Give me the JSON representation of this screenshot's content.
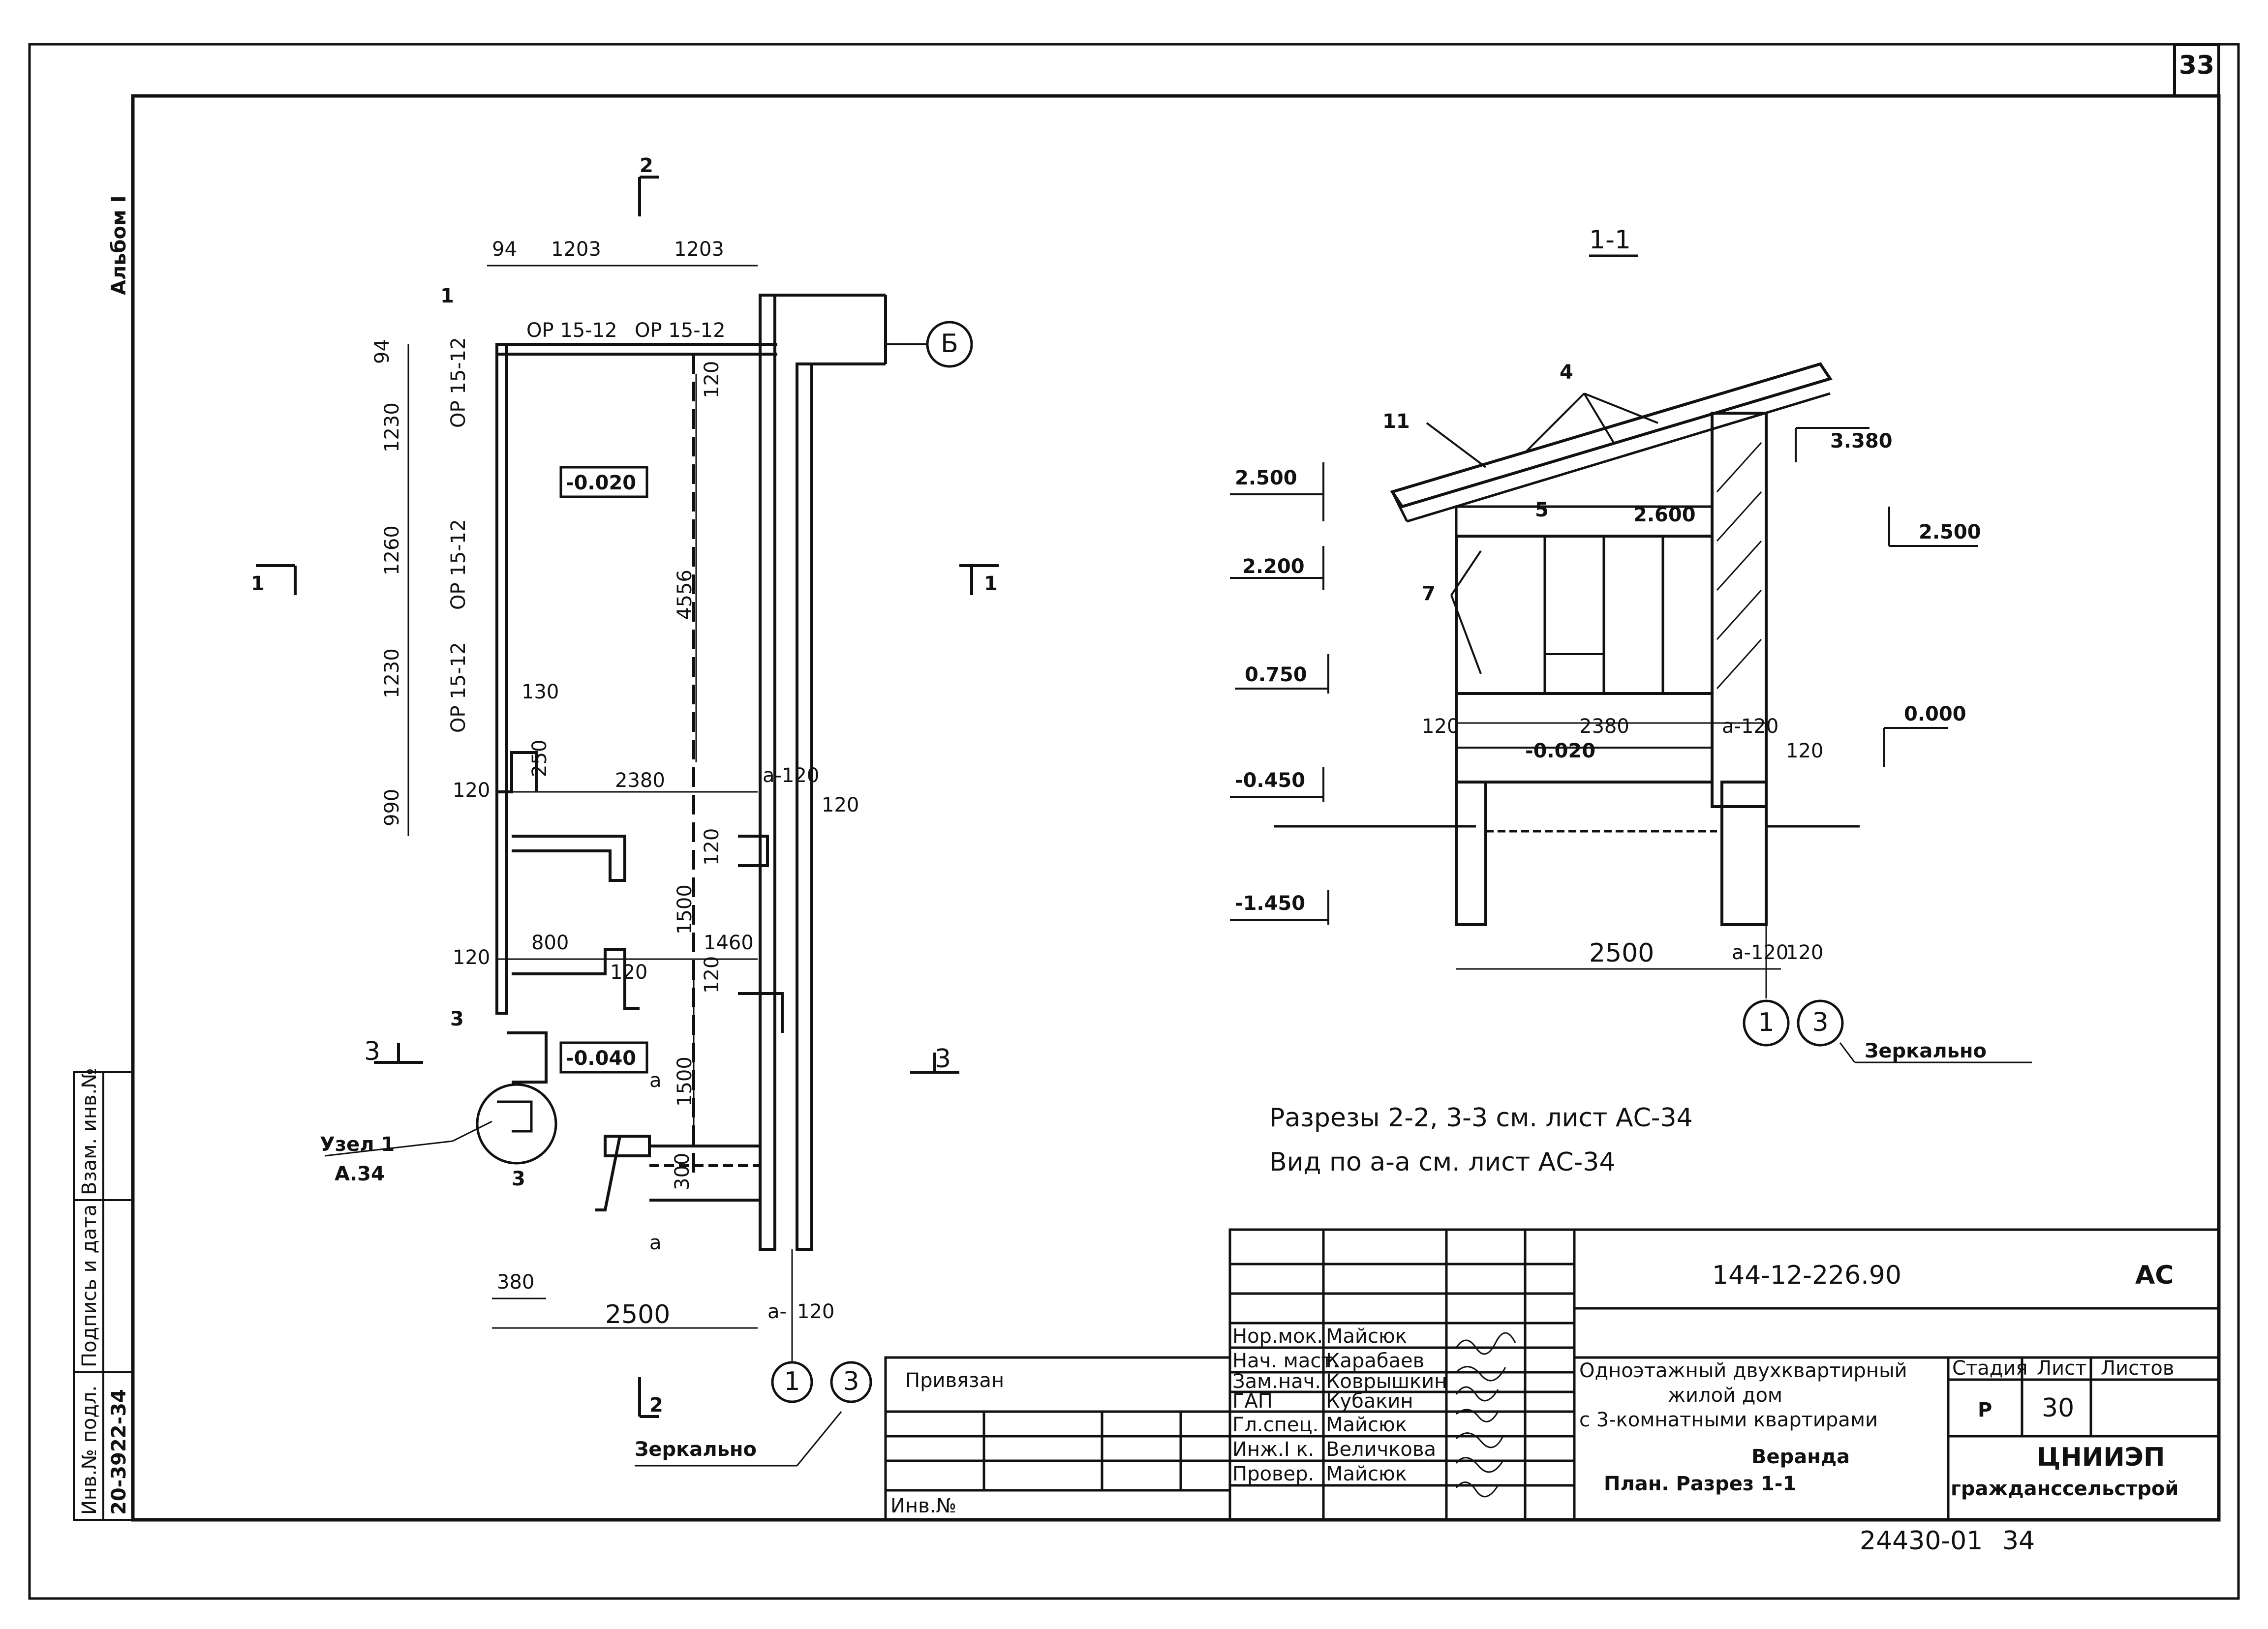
{
  "sheet": {
    "number": "33",
    "album": "Альбом I",
    "footer_code": "24430-01",
    "footer_page": "34"
  },
  "binding_strip": {
    "inv_original": "Инв.№ подл.",
    "signature_date": "Подпись и дата",
    "replace_inv": "Взам. инв.№",
    "inv_value": "20-3922-34"
  },
  "plan": {
    "dims_top": [
      "94",
      "1203",
      "1203"
    ],
    "window_marks_top": [
      "ОР 15-12",
      "ОР 15-12"
    ],
    "window_marks_side": [
      "ОР 15-12",
      "ОР 15-12",
      "ОР 15-12"
    ],
    "dims_left": [
      "94",
      "1230",
      "1260",
      "1230",
      "990"
    ],
    "level_room": "-0.020",
    "level_lower": "-0.040",
    "dim_4556": "4556",
    "dim_120_a": "120",
    "dim_130": "130",
    "dim_250": "250",
    "dim_2380": "2380",
    "dim_120_b": "120",
    "dim_a120": "а-120",
    "dim_120_c": "120",
    "dim_120_d": "120",
    "dim_800": "800",
    "dim_120_e": "120",
    "dim_1460": "1460",
    "dim_120_f": "120",
    "dim_1500_a": "1500",
    "dim_120_g": "120",
    "dim_1500_b": "1500",
    "dim_300": "300",
    "dim_380": "380",
    "dim_2500": "2500",
    "dim_a": "а-",
    "dim_120_h": "120",
    "node_label": "Узел 1",
    "node_sheet": "А.34",
    "mark_1": "1",
    "mark_3a": "3",
    "mark_3b": "3",
    "axis_b": "Б",
    "axis_1": "1",
    "axis_3": "3",
    "mirror": "Зеркально",
    "cut_1_left": "1",
    "cut_1_right": "1",
    "cut_2_top": "2",
    "cut_2_bottom": "2",
    "cut_3_left": "3",
    "cut_3_right": "3",
    "cut_a_top": "а",
    "cut_a_bottom": "а"
  },
  "section": {
    "title": "1-1",
    "marker_4": "4",
    "marker_11": "11",
    "marker_5": "5",
    "marker_7": "7",
    "lv_2500_left": "2.500",
    "lv_2200": "2.200",
    "lv_0750": "0.750",
    "lv_m0450": "-0.450",
    "lv_m1450": "-1.450",
    "lv_3380": "3.380",
    "lv_2500_right": "2.500",
    "lv_2600": "2.600",
    "lv_0000": "0.000",
    "lv_m0020": "-0.020",
    "dim_120_l": "120",
    "dim_2380": "2380",
    "dim_a120": "а-120",
    "dim_120_r": "120",
    "dim_2500": "2500",
    "dim_a120_b": "а-120",
    "dim_120_b": "120",
    "axis_1": "1",
    "axis_3": "3",
    "mirror": "Зеркально"
  },
  "notes": [
    "Разрезы  2-2, 3-3  см. лист АС-34",
    "Вид  по  а-а  см. лист АС-34"
  ],
  "title_block": {
    "project_code": "144-12-226.90",
    "set_code": "АС",
    "roles": [
      "Нор.мок.",
      "Нач. маст.",
      "Зам.нач.",
      "ГАП",
      "Гл.спец.",
      "Инж.I к.",
      "Провер."
    ],
    "names": [
      "Майсюк",
      "Карабаев",
      "Коврышкин",
      "Кубакин",
      "Майсюк",
      "Величкова",
      "Майсюк"
    ],
    "building": [
      "Одноэтажный двухквартирный",
      "жилой дом",
      "с 3-комнатными квартирами"
    ],
    "sheet_title_1": "Веранда",
    "sheet_title_2": "План.  Разрез 1-1",
    "stage_label": "Стадия",
    "sheet_label": "Лист",
    "sheets_label": "Листов",
    "stage": "Р",
    "sheet_no": "30",
    "org_1": "ЦНИИЭП",
    "org_2": "гражданссельстрой",
    "bound": "Привязан",
    "inv_no": "Инв.№"
  }
}
